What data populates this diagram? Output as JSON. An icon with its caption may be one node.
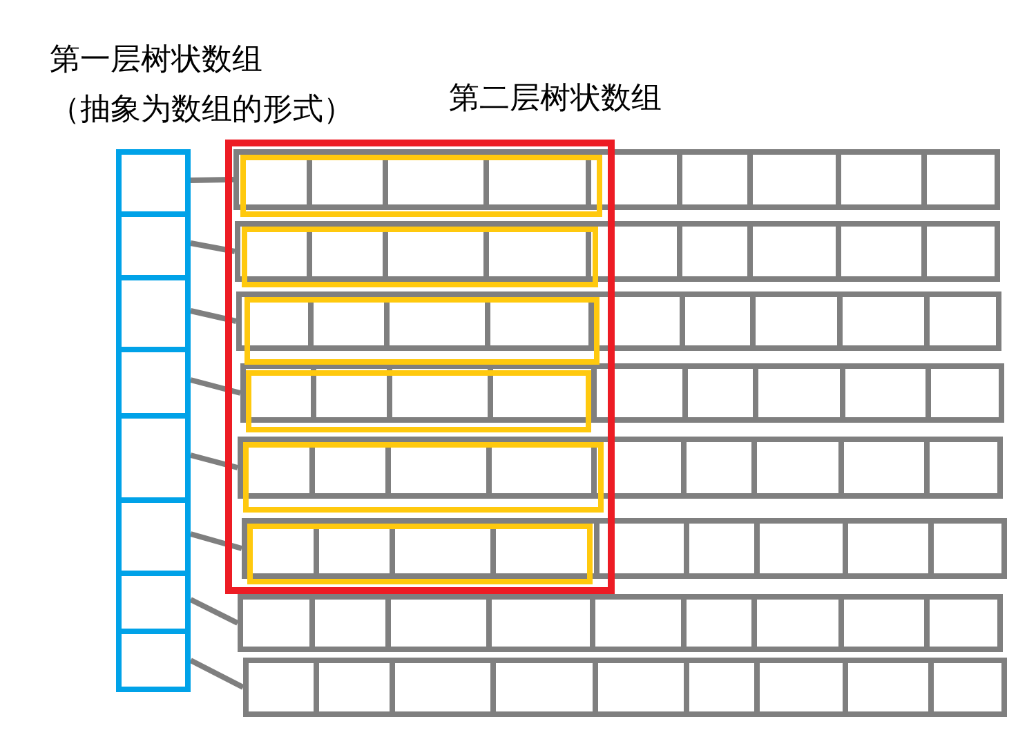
{
  "diagram": {
    "nodes": [
      {
        "text": [],
        "shape": "box"
      },
      {
        "text": [],
        "shape": "box"
      },
      {
        "text": [],
        "shape": "box"
      },
      {
        "text": [],
        "shape": "box"
      },
      {
        "text": [],
        "shape": "box"
      },
      {
        "text": [],
        "shape": "box"
      },
      {
        "text": [],
        "shape": "box"
      },
      {
        "text": [],
        "shape": "box"
      },
      {
        "text": [],
        "shape": "box",
        "beside": [
          "第二层树状数组"
        ]
      },
      {
        "text": [],
        "shape": "box",
        "in": 8
      },
      {
        "text": [],
        "shape": "box",
        "in": 8
      },
      {
        "text": [],
        "shape": "box",
        "in": 8
      },
      {
        "text": [],
        "shape": "box",
        "in": 8
      },
      {
        "text": [],
        "shape": "box",
        "in": 8
      },
      {
        "text": [],
        "shape": "box",
        "in": 8
      },
      {
        "text": [],
        "shape": "box"
      },
      {
        "text": [],
        "shape": "box"
      },
      {
        "text": [],
        "shape": "box"
      },
      {
        "text": [],
        "shape": "box"
      },
      {
        "text": [],
        "shape": "box"
      },
      {
        "text": [],
        "shape": "box"
      },
      {
        "text": [],
        "shape": "box"
      },
      {
        "text": [],
        "shape": "box"
      }
    ],
    "edges": [
      {
        "from": 0,
        "to": 15,
        "arrow": "none"
      },
      {
        "from": 1,
        "to": 16,
        "arrow": "none"
      },
      {
        "from": 2,
        "to": 17,
        "arrow": "none"
      },
      {
        "from": 3,
        "to": 18,
        "arrow": "none"
      },
      {
        "from": 4,
        "to": 19,
        "arrow": "none"
      },
      {
        "from": 5,
        "to": 20,
        "arrow": "none"
      },
      {
        "from": 6,
        "to": 21,
        "arrow": "none"
      },
      {
        "from": 7,
        "to": 22,
        "arrow": "none"
      }
    ],
    "labels": [
      "第一层树状数组",
      "（抽象为数组的形式）"
    ]
  }
}
